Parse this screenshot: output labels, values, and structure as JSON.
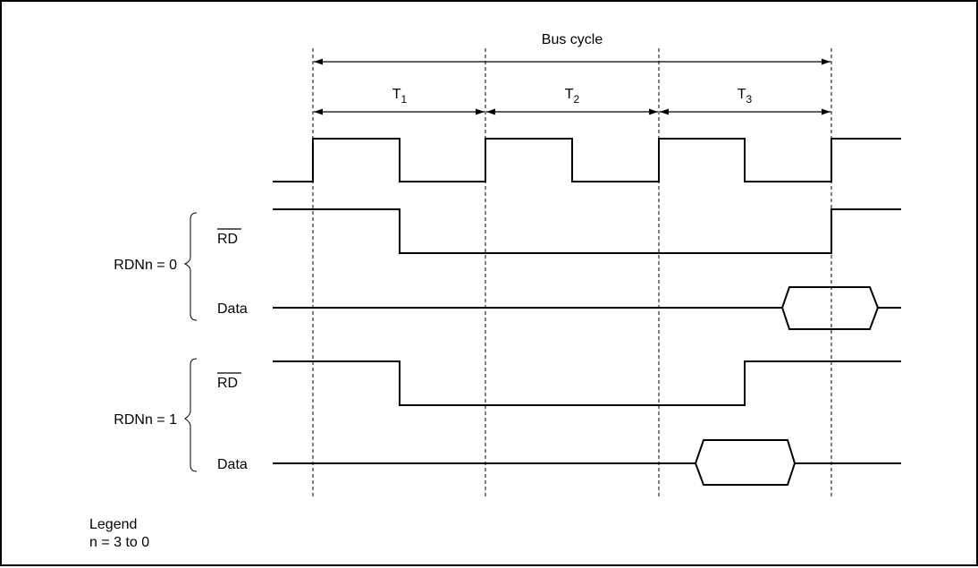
{
  "diagram": {
    "title": "Bus cycle",
    "states": [
      {
        "name": "T",
        "sub": "1"
      },
      {
        "name": "T",
        "sub": "2"
      },
      {
        "name": "T",
        "sub": "3"
      }
    ],
    "groups": [
      {
        "label": "RDNn = 0",
        "rd_label": "RD",
        "data_label": "Data"
      },
      {
        "label": "RDNn = 1",
        "rd_label": "RD",
        "data_label": "Data"
      }
    ],
    "legend": {
      "title": "Legend",
      "text": "n = 3 to 0"
    }
  }
}
